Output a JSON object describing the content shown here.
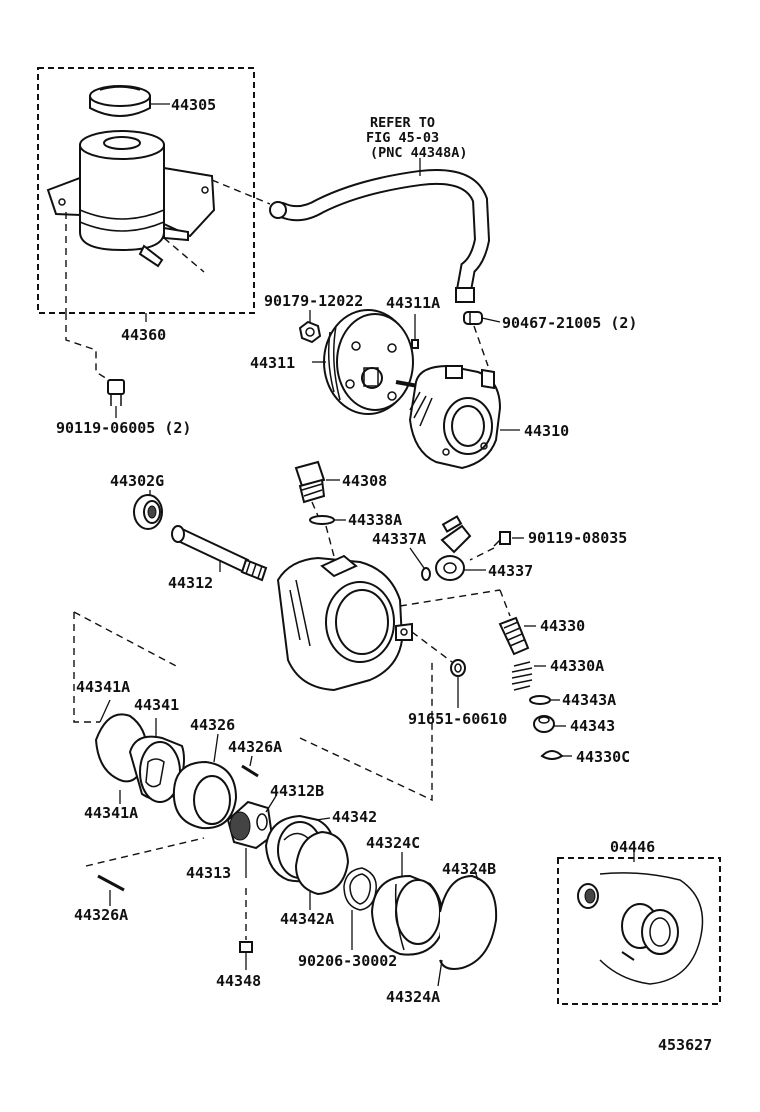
{
  "diagram": {
    "figure_number": "453627",
    "refer_note": [
      "REFER TO",
      "FIG 45-03",
      "(PNC 44348A)"
    ],
    "labels": {
      "p44305": "44305",
      "p44360": "44360",
      "p90179_12022": "90179-12022",
      "p44311A": "44311A",
      "p90467_21005": "90467-21005 (2)",
      "p44311": "44311",
      "p90119_06005": "90119-06005 (2)",
      "p44310": "44310",
      "p44302G": "44302G",
      "p44308": "44308",
      "p44338A": "44338A",
      "p44337A": "44337A",
      "p90119_08035": "90119-08035",
      "p44312": "44312",
      "p44337": "44337",
      "p44330": "44330",
      "p44330A": "44330A",
      "p44343A": "44343A",
      "p91651_60610": "91651-60610",
      "p44343": "44343",
      "p44341A_top": "44341A",
      "p44341": "44341",
      "p44326": "44326",
      "p44326A_top": "44326A",
      "p44330C": "44330C",
      "p44341A_bottom": "44341A",
      "p44312B": "44312B",
      "p44342": "44342",
      "p44324C": "44324C",
      "p04446": "04446",
      "p44313": "44313",
      "p44324B": "44324B",
      "p44326A_bottom": "44326A",
      "p44342A": "44342A",
      "p90206_30002": "90206-30002",
      "p44348": "44348",
      "p44324A": "44324A"
    }
  }
}
